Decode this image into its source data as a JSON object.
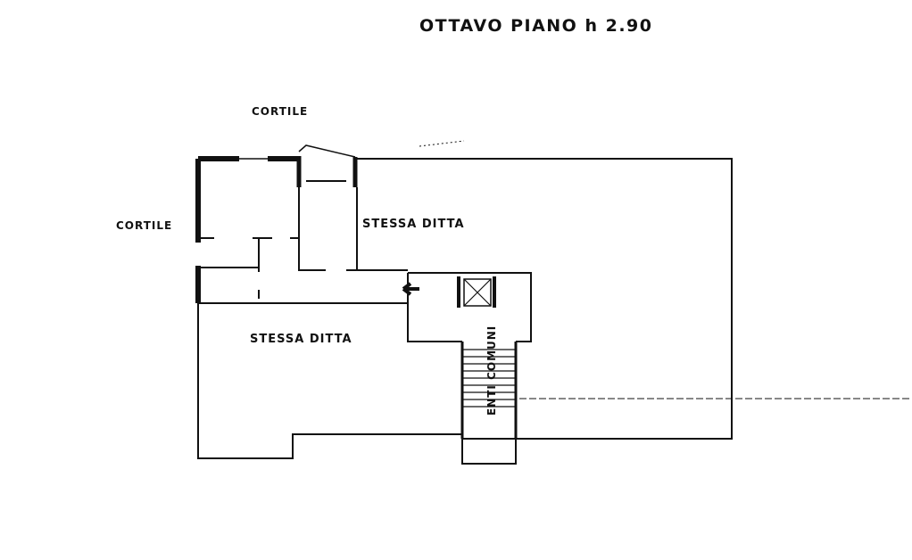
{
  "title": "OTTAVO PIANO h 2.90",
  "labels": {
    "cortile_top": "CORTILE",
    "cortile_left": "CORTILE",
    "stessa_ditta_upper": "STESSA DITTA",
    "stessa_ditta_lower": "STESSA DITTA",
    "enti_comuni": "ENTI COMUNI"
  },
  "colors": {
    "ink": "#111111",
    "paper": "#ffffff"
  }
}
